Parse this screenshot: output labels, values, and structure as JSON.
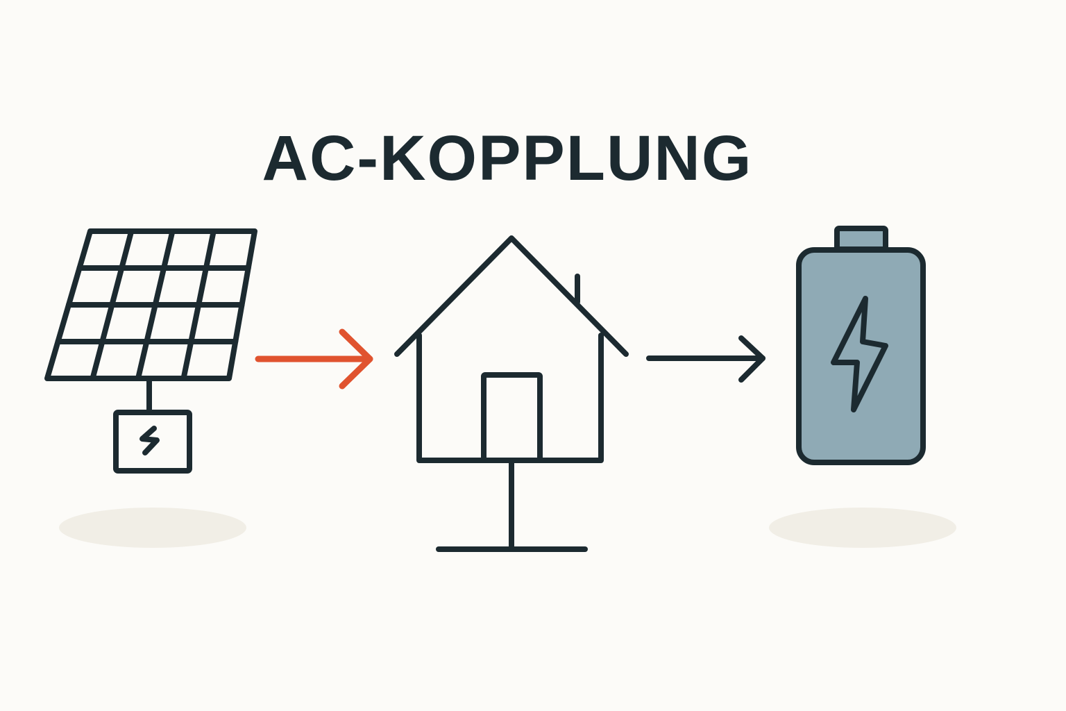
{
  "title": "AC-KOPPLUNG",
  "colors": {
    "background": "#FCFBF8",
    "ink": "#1C2A30",
    "solar_arrow": "#E0532F",
    "battery_fill": "#8FAAB5",
    "shadow": "#F1EEE6"
  },
  "nodes": [
    {
      "name": "solar-panel-with-inverter",
      "icon": "solar-panel-icon"
    },
    {
      "name": "house",
      "icon": "house-icon"
    },
    {
      "name": "battery",
      "icon": "battery-icon"
    }
  ],
  "edges": [
    {
      "from": "solar-panel-with-inverter",
      "to": "house",
      "color": "#E0532F"
    },
    {
      "from": "house",
      "to": "battery",
      "color": "#1C2A30"
    }
  ]
}
